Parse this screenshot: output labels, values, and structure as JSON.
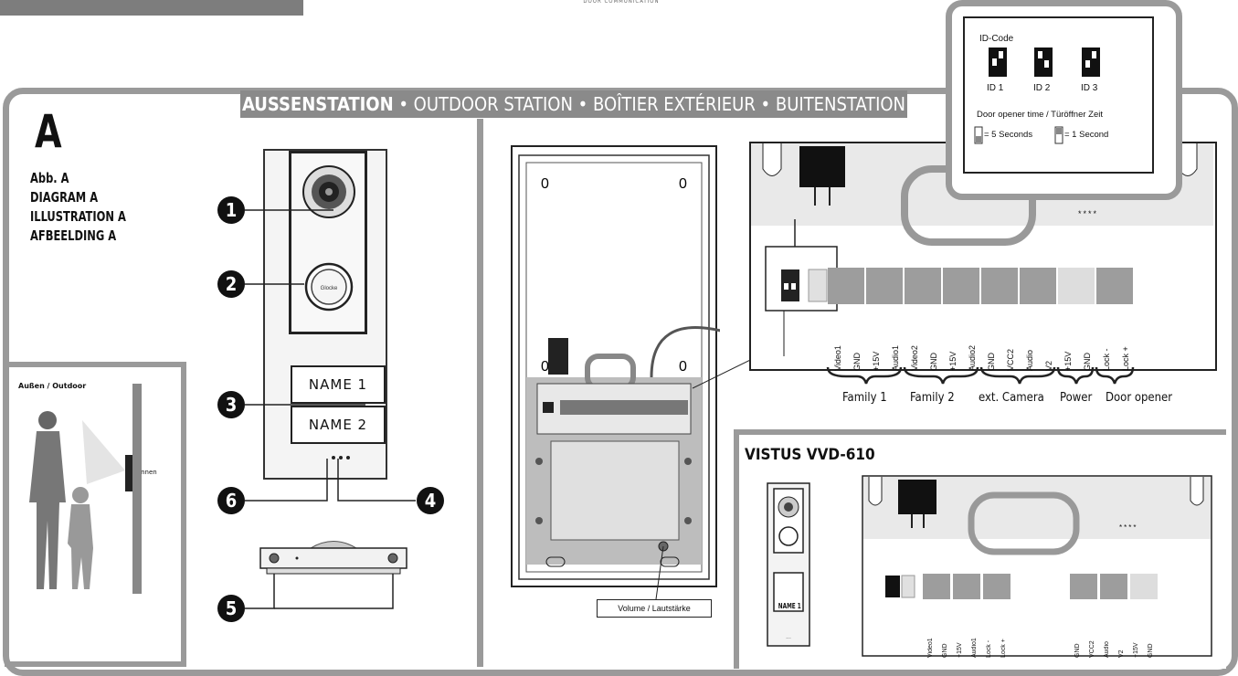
{
  "brand_tagline": "DOOR COMMUNICATION",
  "title": {
    "bold": "AUSSENSTATION",
    "rest": " • OUTDOOR STATION • BOÎTIER EXTÉRIEUR • BUITENSTATION"
  },
  "section_letter": "A",
  "caption": [
    "Abb. A",
    "DIAGRAM A",
    "ILLUSTRATION A",
    "AFBEELDING A"
  ],
  "callouts": [
    "1",
    "2",
    "3",
    "4",
    "5",
    "6"
  ],
  "scene": {
    "outdoor": "Außen / Outdoor",
    "inside": "Innen"
  },
  "panel": {
    "names": [
      "NAME 1",
      "NAME 2"
    ],
    "bell_text": "Glocke"
  },
  "id_code": {
    "title": "ID-Code",
    "ids": [
      "ID 1",
      "ID 2",
      "ID 3"
    ],
    "opener_title": "Door opener time / Türöffner Zeit",
    "opt1": "= 5 Seconds",
    "opt2": "= 1 Second"
  },
  "terminals": [
    "Video1",
    "GND",
    "+15V",
    "Audio1",
    "Video2",
    "GND",
    "+15V",
    "Audio2",
    "GND",
    "VCC2",
    "Audio",
    "V2",
    "+15V",
    "GND",
    "Lock -",
    "Lock +"
  ],
  "groups": [
    "Family 1",
    "Family 2",
    "ext. Camera",
    "Power",
    "Door opener"
  ],
  "stars": "****",
  "volume": "Volume / Lautstärke",
  "vistus": {
    "title": "VISTUS VVD-610",
    "name": "NAME 1",
    "terminals_a": [
      "Video1",
      "GND",
      "+15V",
      "Audio1",
      "Lock -",
      "Lock +"
    ],
    "terminals_b": [
      "GND",
      "VCC2",
      "Audio",
      "V2",
      "+15V",
      "GND"
    ]
  },
  "colors": {
    "frame": "#9a9a9a",
    "banner": "#8a8a8a",
    "terminal": "#9d9d9d"
  }
}
